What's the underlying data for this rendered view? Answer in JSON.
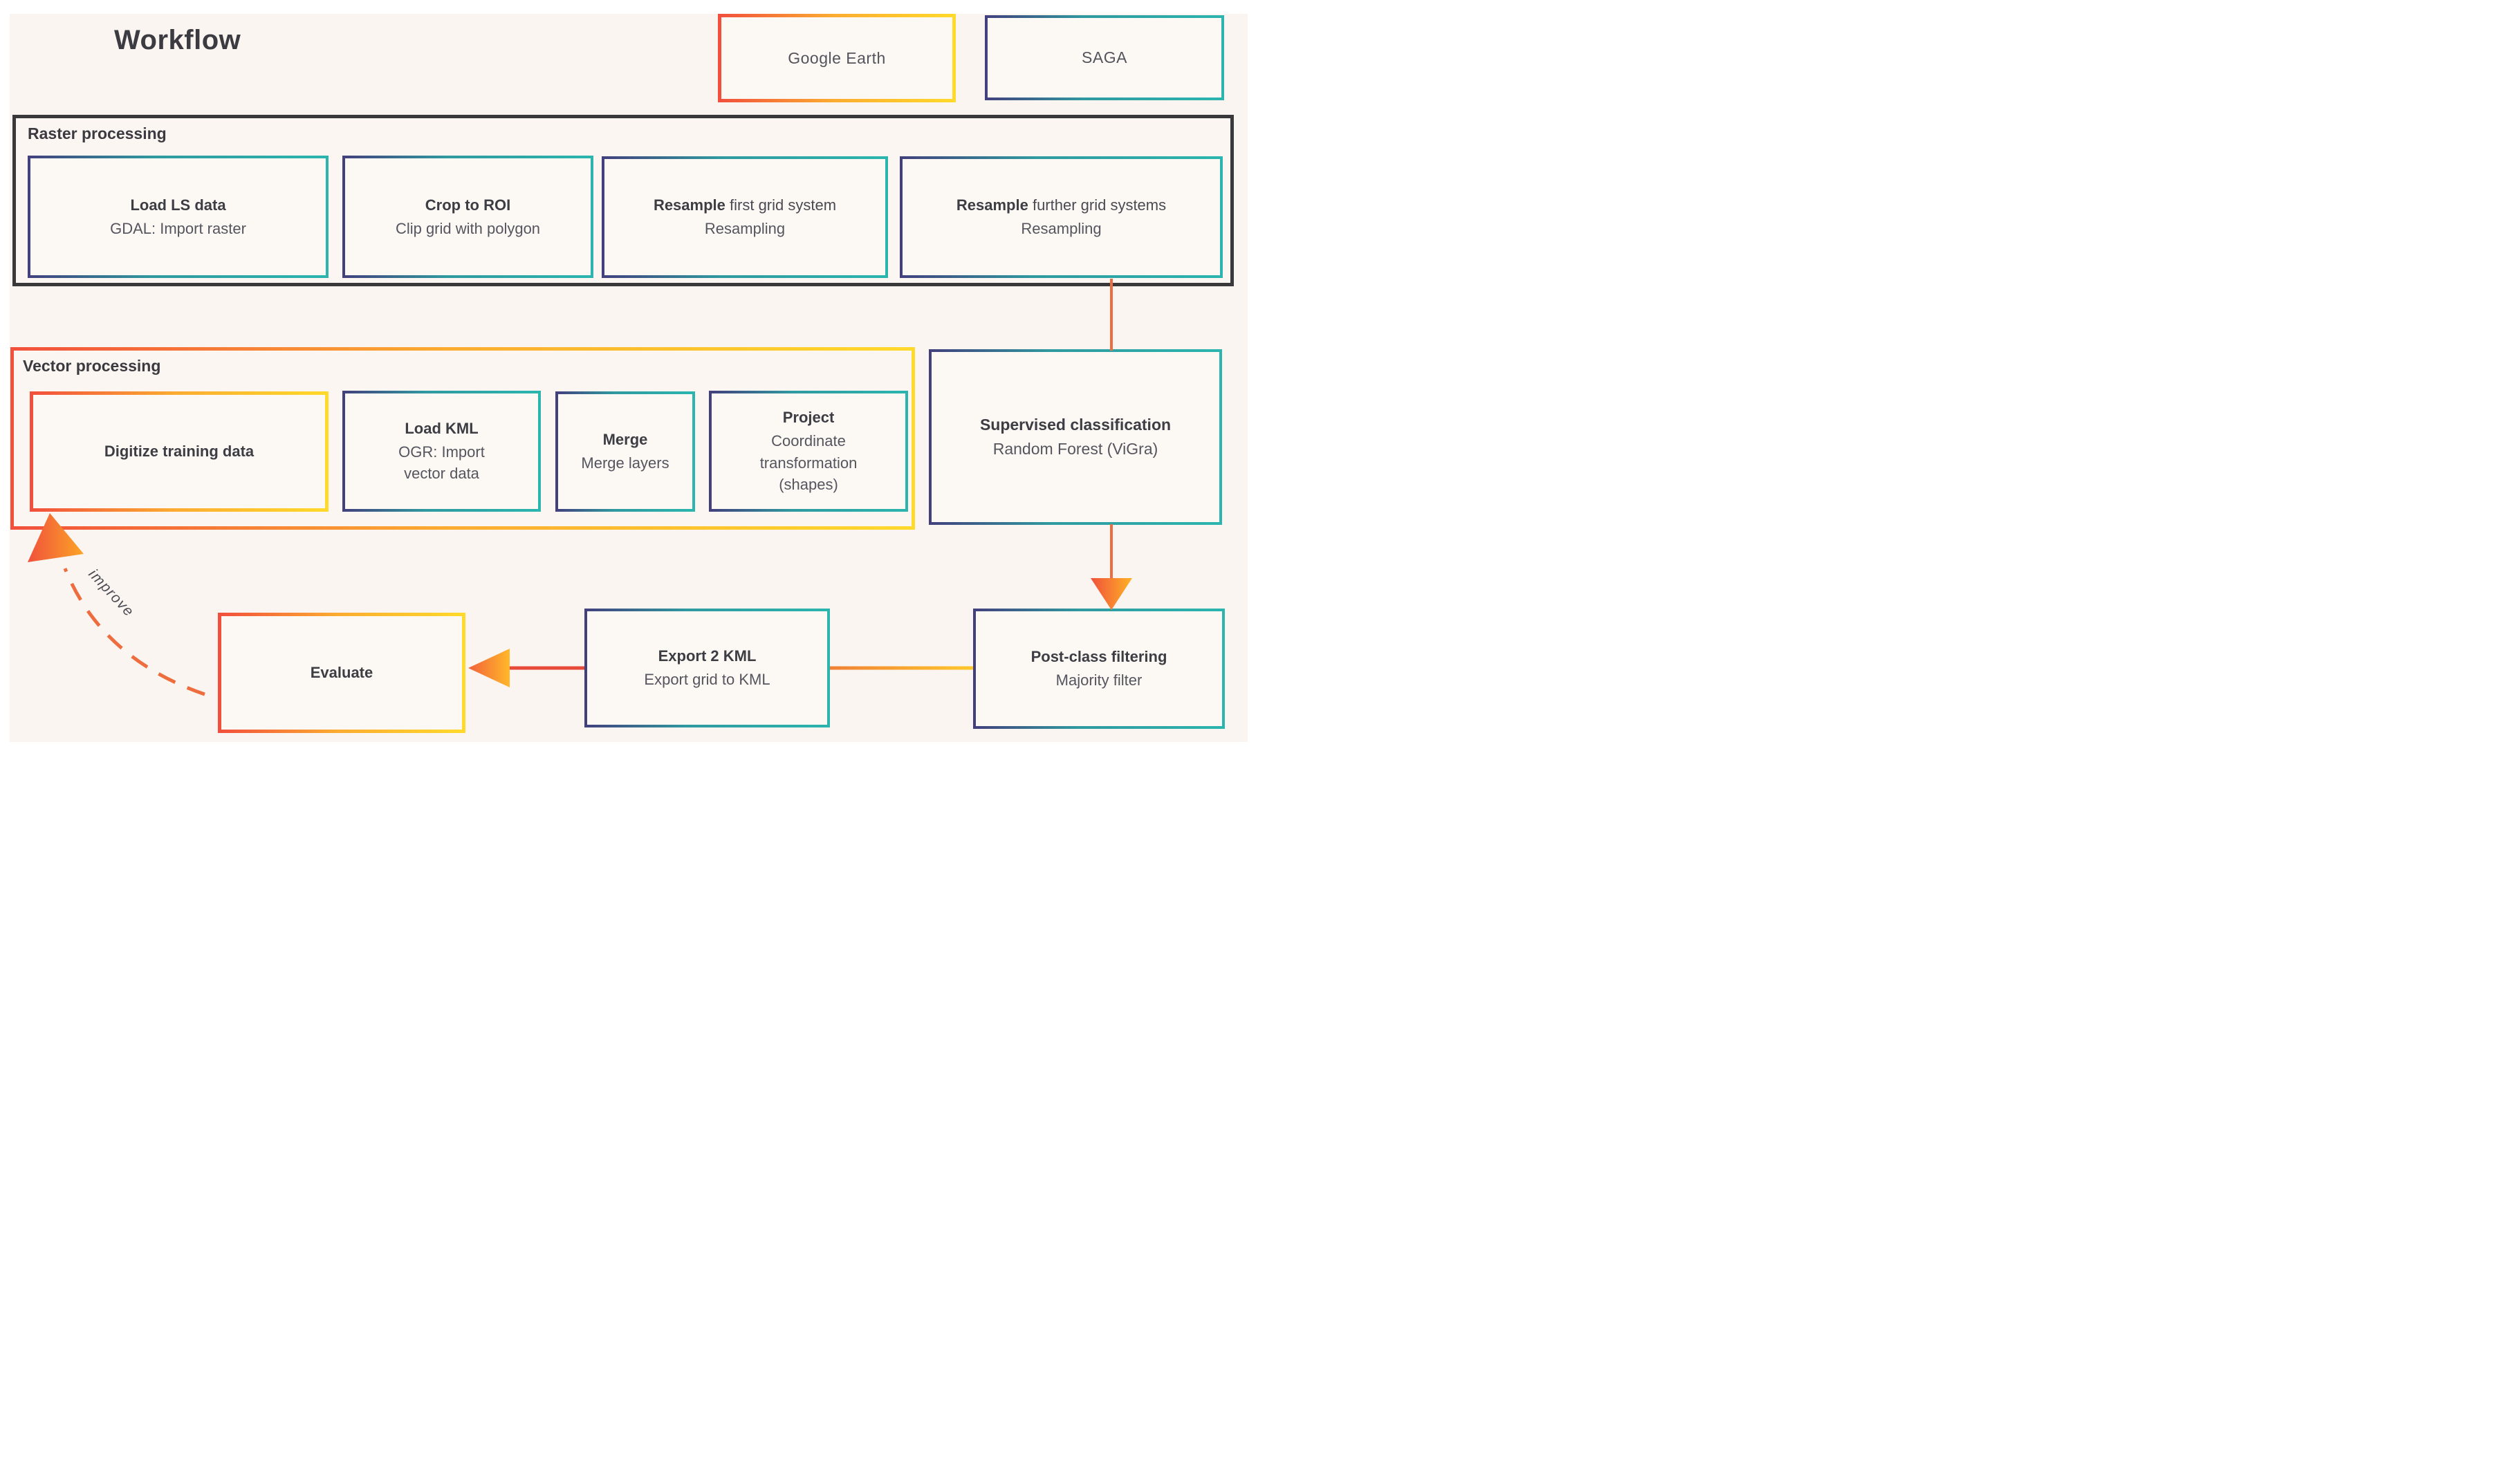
{
  "title": "Workflow",
  "legend": {
    "google_earth": "Google Earth",
    "saga": "SAGA"
  },
  "raster": {
    "label": "Raster processing",
    "boxes": [
      {
        "title": "Load LS data",
        "subtitle": "GDAL: Import raster"
      },
      {
        "title": "Crop to ROI",
        "subtitle": "Clip grid with polygon"
      },
      {
        "title_bold": "Resample",
        "title_rest": "first grid system",
        "subtitle": "Resampling"
      },
      {
        "title_bold": "Resample",
        "title_rest": "further grid systems",
        "subtitle": "Resampling"
      }
    ]
  },
  "vector": {
    "label": "Vector processing",
    "boxes": [
      {
        "title": "Digitize training data"
      },
      {
        "title": "Load KML",
        "subtitle": "OGR: Import vector data"
      },
      {
        "title": "Merge",
        "subtitle": "Merge layers"
      },
      {
        "title": "Project",
        "subtitle": "Coordinate transformation (shapes)"
      }
    ]
  },
  "nodes": {
    "supervised": {
      "title": "Supervised classification",
      "subtitle": "Random Forest (ViGra)"
    },
    "postclass": {
      "title": "Post-class filtering",
      "subtitle": "Majority filter"
    },
    "export_kml": {
      "title": "Export 2 KML",
      "subtitle": "Export grid to KML"
    },
    "evaluate": {
      "title": "Evaluate"
    }
  },
  "annotations": {
    "improve": "improve"
  },
  "colors": {
    "background": "#faf5f0",
    "google_earth_gradient_start": "#f2503c",
    "google_earth_gradient_end": "#ffd92b",
    "saga_gradient_start": "#42417e",
    "saga_gradient_end": "#2bb5ae",
    "raster_container_border": "#39393b",
    "arrow_orange": "#ea6d43",
    "arrow_red": "#e84a3a",
    "arrow_yellow": "#ffc72b",
    "arrowhead_gradient_start": "#f0513c",
    "arrowhead_gradient_end": "#ffb225"
  }
}
